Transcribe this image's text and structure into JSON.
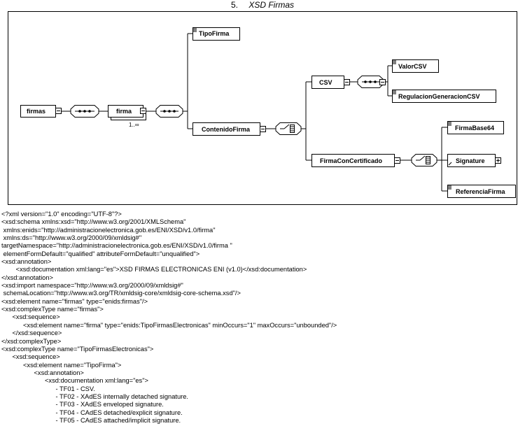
{
  "section": {
    "number": "5.",
    "title": "XSD Firmas"
  },
  "diagram": {
    "nodes": {
      "firmas": "firmas",
      "firma": "firma",
      "firma_cardinality": "1..∞",
      "tipo_firma": "TipoFirma",
      "contenido_firma": "ContenidoFirma",
      "csv": "CSV",
      "valor_csv": "ValorCSV",
      "regulacion_generacion_csv": "RegulacionGeneracionCSV",
      "firma_con_certificado": "FirmaConCertificado",
      "firma_base64": "FirmaBase64",
      "signature": "Signature",
      "referencia_firma": "ReferenciaFirma"
    },
    "colors": {
      "border": "#000000",
      "connector": "#000000",
      "background": "#ffffff"
    }
  },
  "code_lines": [
    "<?xml version=\"1.0\" encoding=\"UTF-8\"?>",
    "<xsd:schema xmlns:xsd=\"http://www.w3.org/2001/XMLSchema\"",
    " xmlns:enids=\"http://administracionelectronica.gob.es/ENI/XSD/v1.0/firma\"",
    " xmlns:ds=\"http://www.w3.org/2000/09/xmldsig#\"",
    "targetNamespace=\"http://administracionelectronica.gob.es/ENI/XSD/v1.0/firma \"",
    " elementFormDefault=\"qualified\" attributeFormDefault=\"unqualified\">",
    "<xsd:annotation>",
    "        <xsd:documentation xml:lang=\"es\">XSD FIRMAS ELECTRONICAS ENI (v1.0)</xsd:documentation>",
    "</xsd:annotation>",
    "<xsd:import namespace=\"http://www.w3.org/2000/09/xmldsig#\"",
    " schemaLocation=\"http://www.w3.org/TR/xmldsig-core/xmldsig-core-schema.xsd\"/>",
    "<xsd:element name=\"firmas\" type=\"enids:firmas\"/>",
    "<xsd:complexType name=\"firmas\">",
    "      <xsd:sequence>",
    "            <xsd:element name=\"firma\" type=\"enids:TipoFirmasElectronicas\" minOccurs=\"1\" maxOccurs=\"unbounded\"/>",
    "      </xsd:sequence>",
    "</xsd:complexType>",
    "<xsd:complexType name=\"TipoFirmasElectronicas\">",
    "      <xsd:sequence>",
    "            <xsd:element name=\"TipoFirma\">",
    "                  <xsd:annotation>",
    "                        <xsd:documentation xml:lang=\"es\">",
    "                              - TF01 - CSV.",
    "                              - TF02 - XAdES internally detached signature.",
    "                              - TF03 - XAdES enveloped signature.",
    "                              - TF04 - CAdES detached/explicit signature.",
    "                              - TF05 - CAdES attached/implicit signature."
  ]
}
